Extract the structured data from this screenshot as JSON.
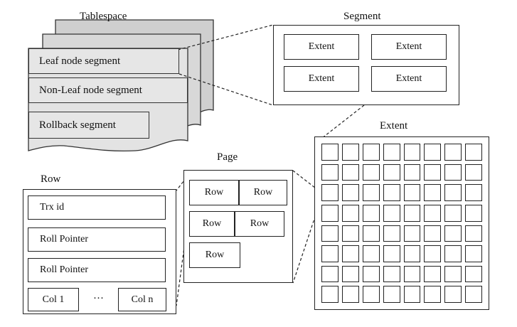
{
  "tablespace": {
    "title": "Tablespace",
    "segments": [
      "Leaf node segment",
      "Non-Leaf node segment",
      "Rollback segment"
    ]
  },
  "segment": {
    "title": "Segment",
    "extents": [
      "Extent",
      "Extent",
      "Extent",
      "Extent"
    ]
  },
  "extent": {
    "title": "Extent",
    "page_grid": {
      "rows": 8,
      "cols": 8
    }
  },
  "page": {
    "title": "Page",
    "rows": [
      "Row",
      "Row",
      "Row",
      "Row",
      "Row"
    ]
  },
  "row": {
    "title": "Row",
    "fields": [
      "Trx id",
      "Roll Pointer",
      "Roll Pointer"
    ],
    "columns": {
      "first": "Col 1",
      "ellipsis": "···",
      "last": "Col n"
    }
  }
}
